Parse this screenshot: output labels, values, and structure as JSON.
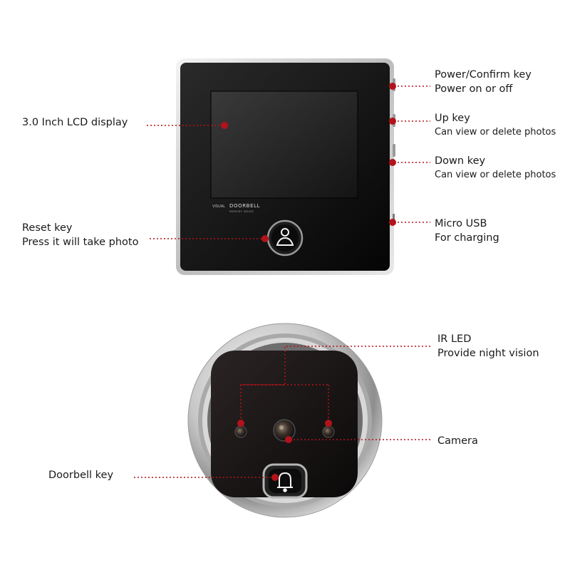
{
  "screen_unit": {
    "brand_prefix": "VISUAL",
    "brand_name": "DOORBELL",
    "brand_tagline": "MEMORY INSIDE",
    "labels": {
      "lcd": {
        "title": "3.0 Inch LCD display"
      },
      "reset": {
        "title": "Reset key",
        "sub": "Press it will take photo"
      },
      "power": {
        "title": "Power/Confirm key",
        "sub": "Power on or off"
      },
      "up": {
        "title": "Up key",
        "sub": "Can view or delete photos"
      },
      "down": {
        "title": "Down key",
        "sub": "Can view or delete photos"
      },
      "usb": {
        "title": "Micro USB",
        "sub": "For charging"
      }
    }
  },
  "camera_unit": {
    "labels": {
      "ir": {
        "title": "IR LED",
        "sub": "Provide night vision"
      },
      "camera": {
        "title": "Camera"
      },
      "doorbell": {
        "title": "Doorbell key"
      }
    }
  },
  "colors": {
    "callout_dot": "#b3121b",
    "leader": "#b3121b",
    "body": "#111111",
    "bezel": "#c9c9c9"
  },
  "icons": {
    "reset_button": "person-icon",
    "doorbell_button": "bell-icon"
  }
}
